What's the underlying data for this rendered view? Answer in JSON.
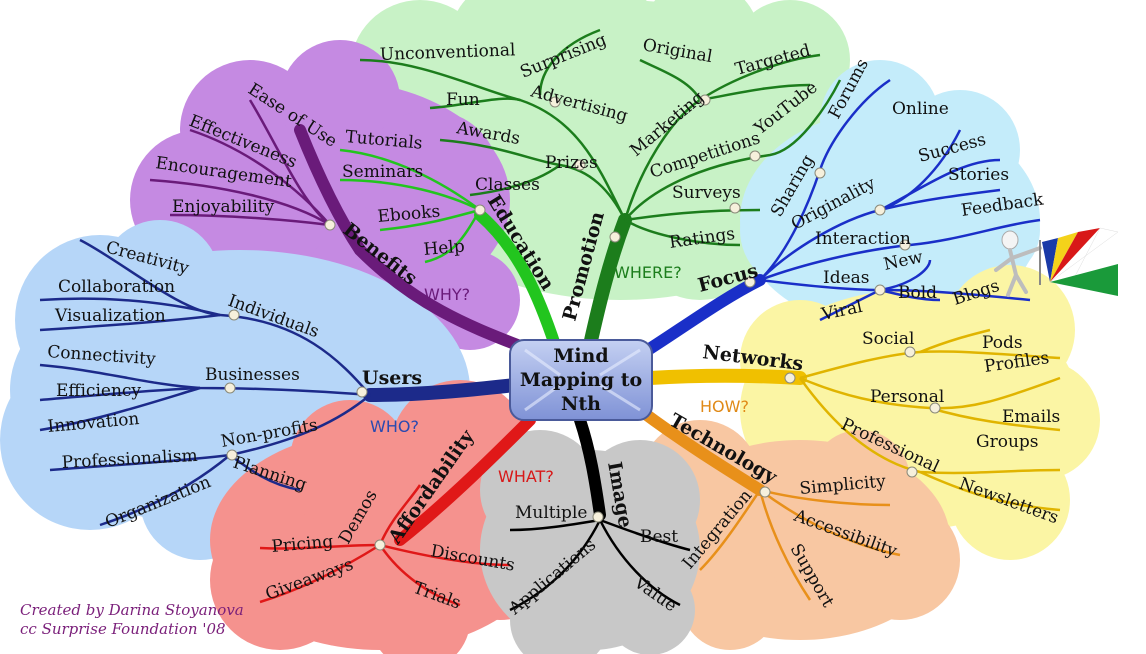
{
  "center": {
    "lines": [
      "Mind",
      "Mapping to",
      "Nth"
    ]
  },
  "branches": {
    "benefits": {
      "label": "Benefits",
      "question": "WHY?",
      "color": "#6a1b7a",
      "items": [
        "Ease of Use",
        "Effectiveness",
        "Encouragement",
        "Enjoyability"
      ]
    },
    "education": {
      "label": "Education",
      "color": "#22c51e",
      "items": [
        "Tutorials",
        "Seminars",
        "Ebooks",
        "Help"
      ]
    },
    "promotion": {
      "label": "Promotion",
      "question": "WHERE?",
      "color": "#1c7d1c",
      "advertising": "Advertising",
      "adv_items": [
        "Unconventional",
        "Surprising",
        "Fun"
      ],
      "prizes": "Prizes",
      "prize_items": [
        "Awards",
        "Classes"
      ],
      "marketing": "Marketing",
      "mkt_items": [
        "Original",
        "Targeted",
        "YouTube"
      ],
      "competitions": "Competitions",
      "surveys": "Surveys",
      "ratings": "Ratings"
    },
    "focus": {
      "label": "Focus",
      "color": "#1a2fc8",
      "sharing": "Sharing",
      "forums": "Forums",
      "originality": "Originality",
      "online": "Online",
      "success": "Success",
      "stories": "Stories",
      "interaction": "Interaction",
      "feedback": "Feedback",
      "new": "New",
      "ideas": "Ideas",
      "viral": "Viral",
      "bold": "Bold",
      "blogs": "Blogs"
    },
    "users": {
      "label": "Users",
      "question": "WHO?",
      "color": "#1c2a8a",
      "individuals": "Individuals",
      "ind_items": [
        "Creativity",
        "Collaboration",
        "Visualization"
      ],
      "businesses": "Businesses",
      "bus_items": [
        "Connectivity",
        "Efficiency",
        "Innovation"
      ],
      "nonprofits": "Non-profits",
      "np_items": [
        "Professionalism",
        "Planning",
        "Organization"
      ]
    },
    "networks": {
      "label": "Networks",
      "question": "HOW?",
      "color": "#f0c000",
      "social": "Social",
      "pods": "Pods",
      "personal": "Personal",
      "profiles": "Profiles",
      "emails": "Emails",
      "professional": "Professional",
      "groups": "Groups",
      "newsletters": "Newsletters"
    },
    "technology": {
      "label": "Technology",
      "color": "#e8901a",
      "items": [
        "Simplicity",
        "Integration",
        "Accessibility",
        "Support"
      ]
    },
    "image": {
      "label": "Image",
      "color": "#000000",
      "items": [
        "Multiple",
        "Best",
        "Applications",
        "Value"
      ]
    },
    "affordability": {
      "label": "Affordability",
      "question": "WHAT?",
      "color": "#e01818",
      "items": [
        "Demos",
        "Pricing",
        "Discounts",
        "Giveaways",
        "Trials"
      ]
    }
  },
  "credits": [
    "Created by Darina Stoyanova",
    "cc Surprise Foundation '08"
  ]
}
